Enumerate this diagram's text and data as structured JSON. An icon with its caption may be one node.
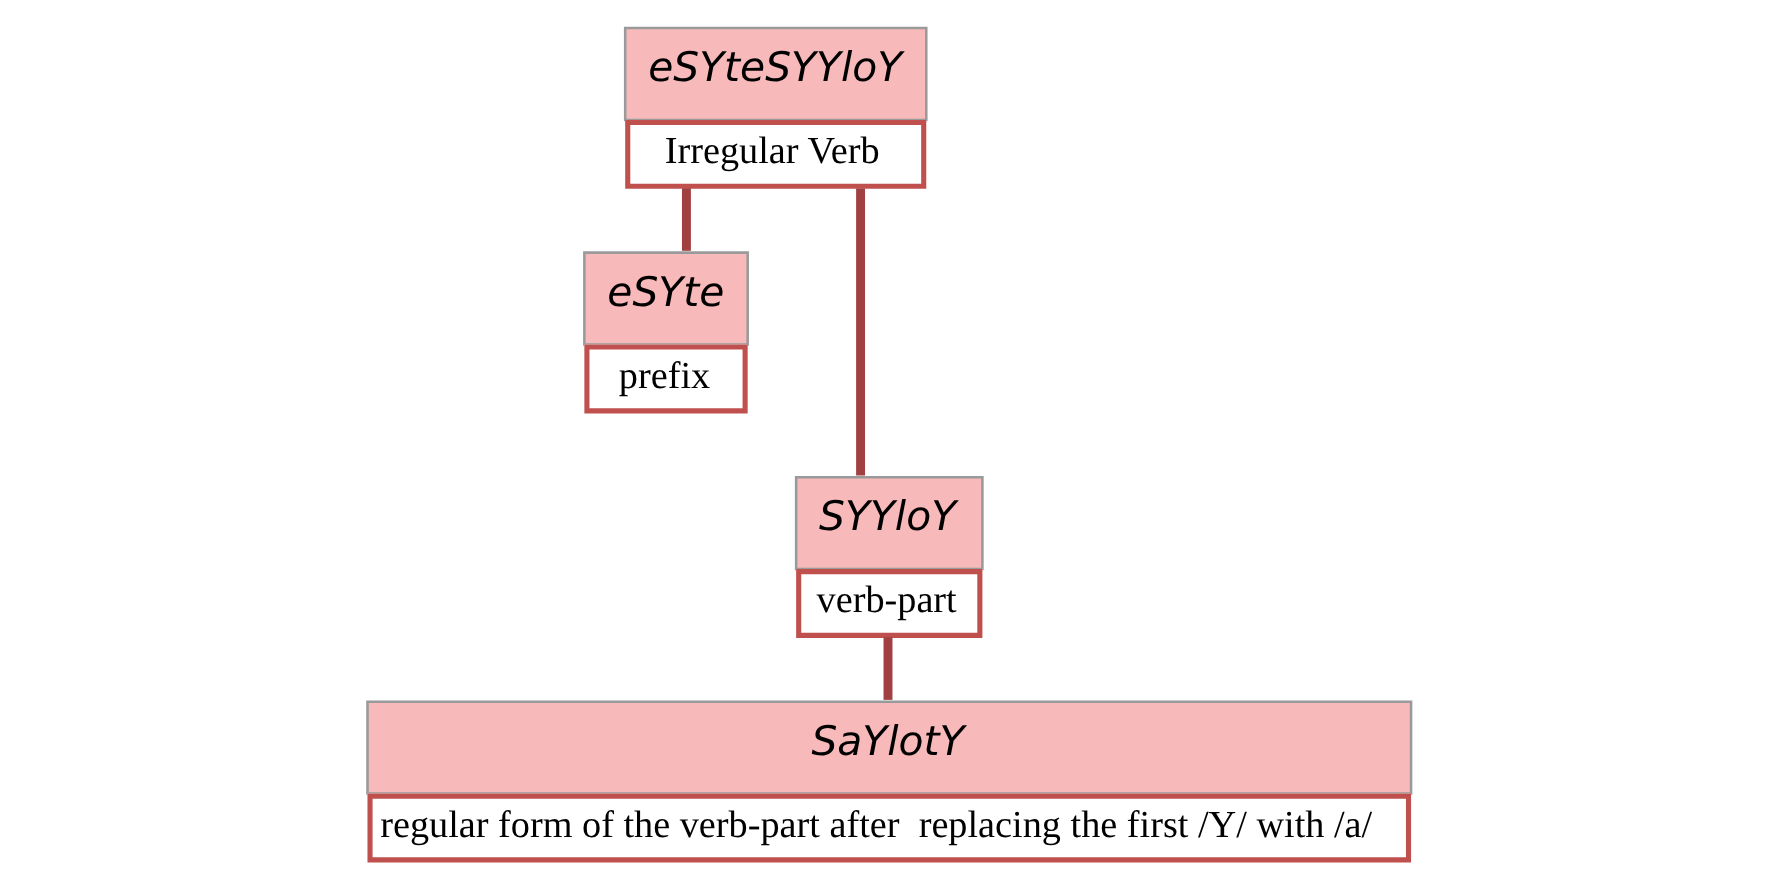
{
  "diagram": {
    "nodes": [
      {
        "text": [
          "eSYteSYYloY"
        ],
        "beside": [
          "Irregular Verb"
        ]
      },
      {
        "text": [
          "eSYte"
        ],
        "beside": [
          "prefix"
        ]
      },
      {
        "text": [
          "SYYloY"
        ],
        "beside": [
          "verb-part"
        ]
      },
      {
        "text": [
          "SaYlotY"
        ],
        "beside": [
          "regular form of the verb-part after  replacing the first /Y/ with /a/"
        ]
      }
    ],
    "edges": [
      {
        "from": 0,
        "to": 1,
        "arrow": "none"
      },
      {
        "from": 0,
        "to": 2,
        "arrow": "none"
      },
      {
        "from": 2,
        "to": 3,
        "arrow": "none"
      }
    ]
  }
}
